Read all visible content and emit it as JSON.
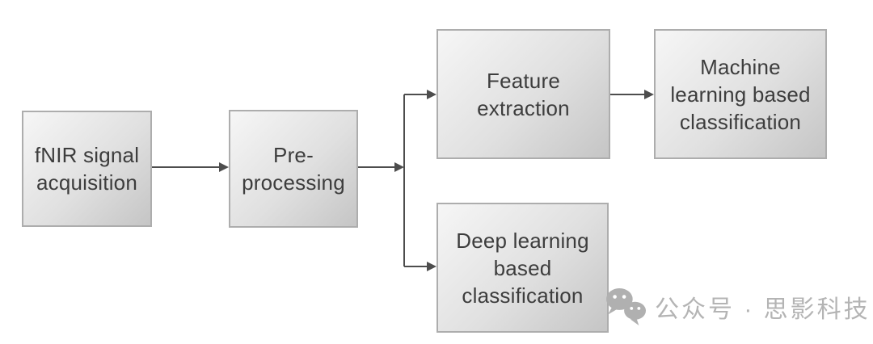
{
  "diagram": {
    "nodes": [
      {
        "id": "fnir-signal-acquisition",
        "label": [
          "fNIR signal",
          "acquisition"
        ]
      },
      {
        "id": "pre-processing",
        "label": [
          "Pre-",
          "processing"
        ]
      },
      {
        "id": "feature-extraction",
        "label": [
          "Feature",
          "extraction"
        ]
      },
      {
        "id": "machine-learning-based-classification",
        "label": [
          "Machine",
          "learning based",
          "classification"
        ]
      },
      {
        "id": "deep-learning-based-classification",
        "label": [
          "Deep learning",
          "based",
          "classification"
        ]
      }
    ],
    "edges": [
      {
        "from": "fnir-signal-acquisition",
        "to": "pre-processing"
      },
      {
        "from": "pre-processing",
        "to": "feature-extraction"
      },
      {
        "from": "pre-processing",
        "to": "deep-learning-based-classification"
      },
      {
        "from": "feature-extraction",
        "to": "machine-learning-based-classification"
      }
    ],
    "colors": {
      "node_fill_light": "#f6f6f6",
      "node_fill_dark": "#c5c5c5",
      "node_border": "#adadad",
      "node_text": "#3d3d3d",
      "arrow": "#4d4d4d"
    }
  },
  "watermark": {
    "icon": "wechat-icon",
    "text": "公众号 · 思影科技",
    "color": "#b4b4b4"
  }
}
